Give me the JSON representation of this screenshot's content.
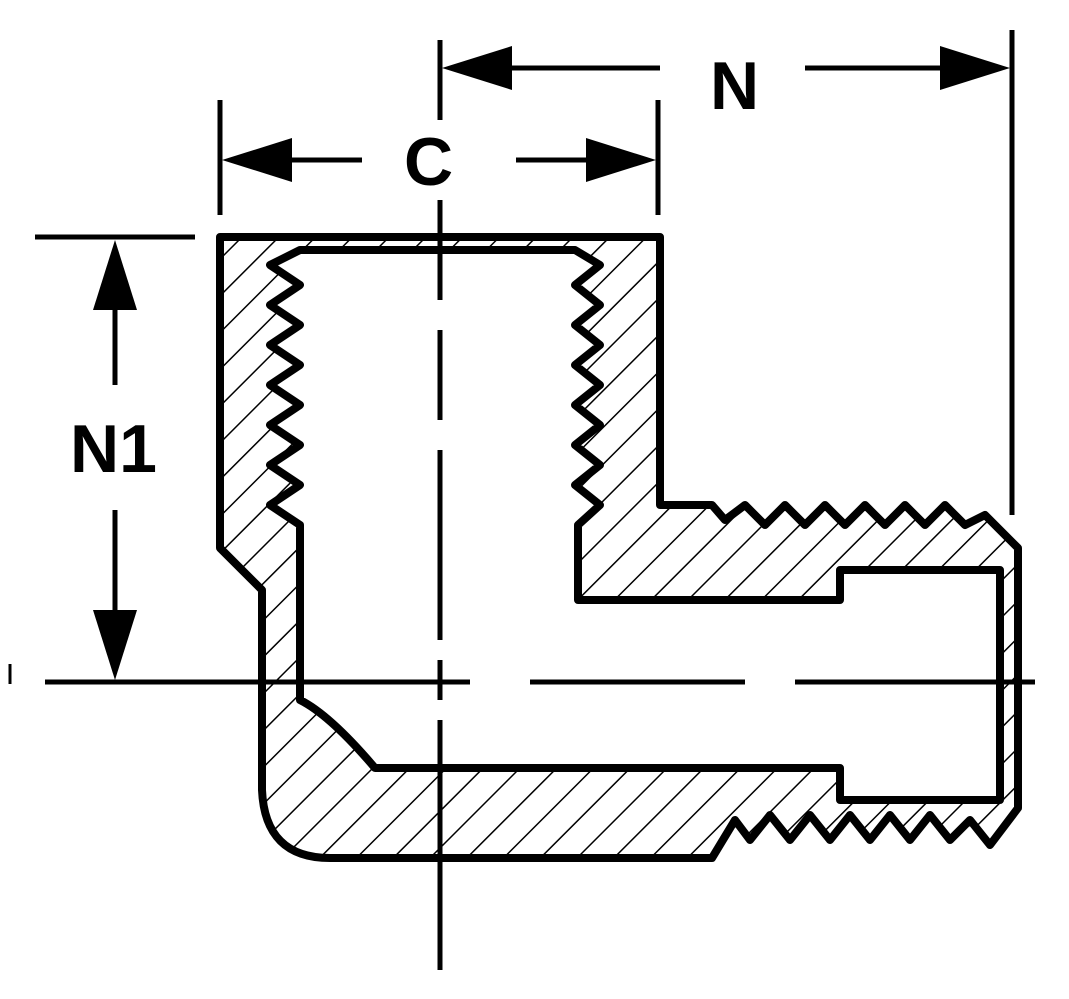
{
  "drawing": {
    "labels": {
      "n": "N",
      "c": "C",
      "n1": "N1"
    },
    "colors": {
      "ink": "#000000",
      "background": "#ffffff"
    },
    "description_icon": "hatched-elbow-fitting-icon"
  }
}
